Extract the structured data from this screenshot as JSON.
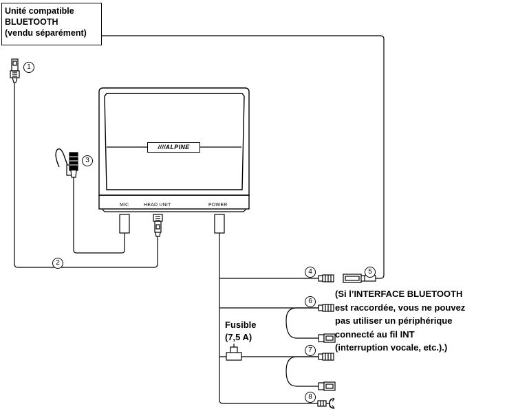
{
  "unit_label": {
    "line1": "Unité compatible",
    "line2": "BLUETOOTH",
    "line3": "(vendu séparément)"
  },
  "box": {
    "brand": "////ALPINE",
    "ports": {
      "mic": "MIC",
      "head_unit": "HEAD UNIT",
      "power": "POWER"
    }
  },
  "callouts": {
    "c1": "1",
    "c2": "2",
    "c3": "3",
    "c4": "4",
    "c5": "5",
    "c6": "6",
    "c7": "7",
    "c8": "8"
  },
  "fuse": {
    "line1": "Fusible",
    "line2": "(7,5 A)"
  },
  "note": {
    "line1": "(Si l’INTERFACE BLUETOOTH",
    "line2": "est raccordée, vous ne pouvez",
    "line3": "pas utiliser un périphérique",
    "line4": "connecté au fil INT",
    "line5": "(interruption vocale, etc.).)"
  }
}
